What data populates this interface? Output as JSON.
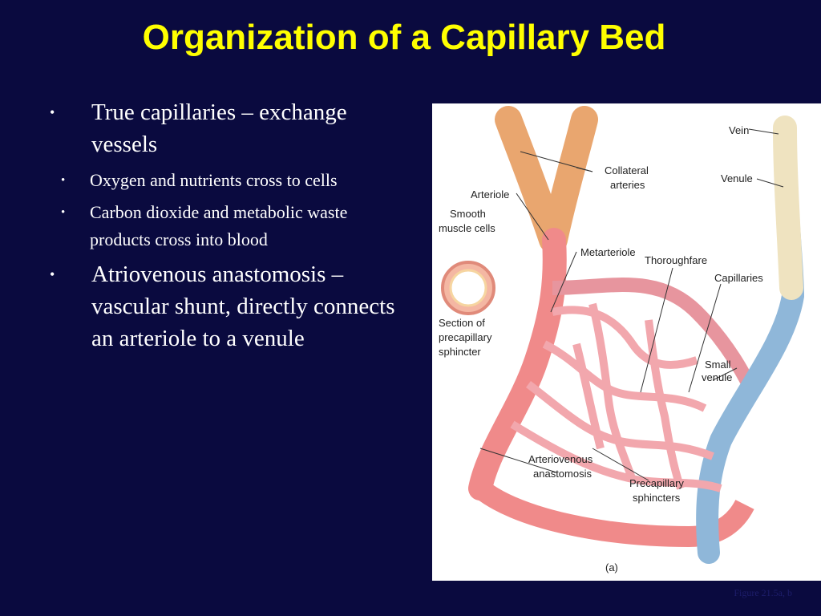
{
  "slide": {
    "title": "Organization of a Capillary Bed",
    "bullets": [
      {
        "text": "True capillaries – exchange vessels",
        "sub": [
          "Oxygen and nutrients cross to cells",
          "Carbon dioxide and metabolic waste products cross into blood"
        ]
      },
      {
        "text": "Atriovenous anastomosis – vascular shunt, directly connects an arteriole to a venule"
      }
    ],
    "bullet_glyph": "•",
    "caption": "Figure 21.5a, b"
  },
  "figure": {
    "labels": {
      "vein": "Vein",
      "collateral_arteries_1": "Collateral",
      "collateral_arteries_2": "arteries",
      "venule": "Venule",
      "arteriole": "Arteriole",
      "smooth_muscle_1": "Smooth",
      "smooth_muscle_2": "muscle cells",
      "metarteriole": "Metarteriole",
      "thoroughfare": "Thoroughfare",
      "capillaries": "Capillaries",
      "section_1": "Section of",
      "section_2": "precapillary",
      "section_3": "sphincter",
      "small_venule_1": "Small",
      "small_venule_2": "venule",
      "av_anastomosis_1": "Arteriovenous",
      "av_anastomosis_2": "anastomosis",
      "precap_sphincters_1": "Precapillary",
      "precap_sphincters_2": "sphincters",
      "panel": "(a)"
    },
    "colors": {
      "artery": "#f08a8a",
      "artery_dark": "#d9534f",
      "vein": "#8fb7d9",
      "collateral": "#e9a66f",
      "vein_top": "#efe3c0"
    }
  }
}
